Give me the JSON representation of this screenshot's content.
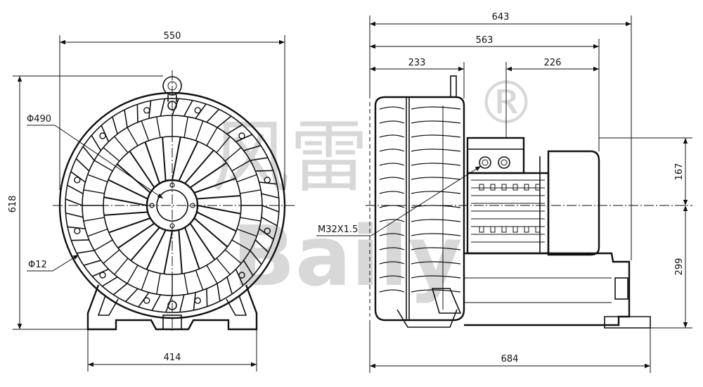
{
  "watermark": {
    "chinese": "风雷",
    "latin": "Baily",
    "registered": "®"
  },
  "front_view": {
    "width_top": "550",
    "height_left": "618",
    "base_width": "414",
    "impeller_diameter": "Φ490",
    "hole_diameter": "Φ12"
  },
  "side_view": {
    "total_width": "643",
    "width_563": "563",
    "width_233": "233",
    "width_226": "226",
    "height_upper": "167",
    "height_lower": "299",
    "base_length": "684",
    "cable_gland": "M32X1.5"
  }
}
